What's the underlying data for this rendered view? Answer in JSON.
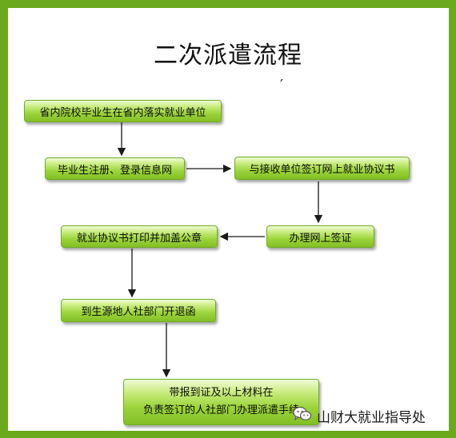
{
  "title": "二次派遣流程",
  "stray_mark": "′",
  "steps": {
    "step1": "省内院校毕业生在省内落实就业单位",
    "step2": "毕业生注册、登录信息网",
    "step3": "与接收单位签订网上就业协议书",
    "step4": "办理网上签证",
    "step5": "就业协议书打印并加盖公章",
    "step6": "到生源地人社部门开退函",
    "step7_line1": "带报到证及以上材料在",
    "step7_line2": "负责签订的人社部门办理派遣手续"
  },
  "watermark": {
    "text": "山财大就业指导处",
    "icon": "wechat-icon"
  },
  "colors": {
    "frame": "#6aaa1c",
    "box_top": "#f0fbd9",
    "box_bottom": "#82bf24",
    "arrow": "#1a1a1a"
  }
}
